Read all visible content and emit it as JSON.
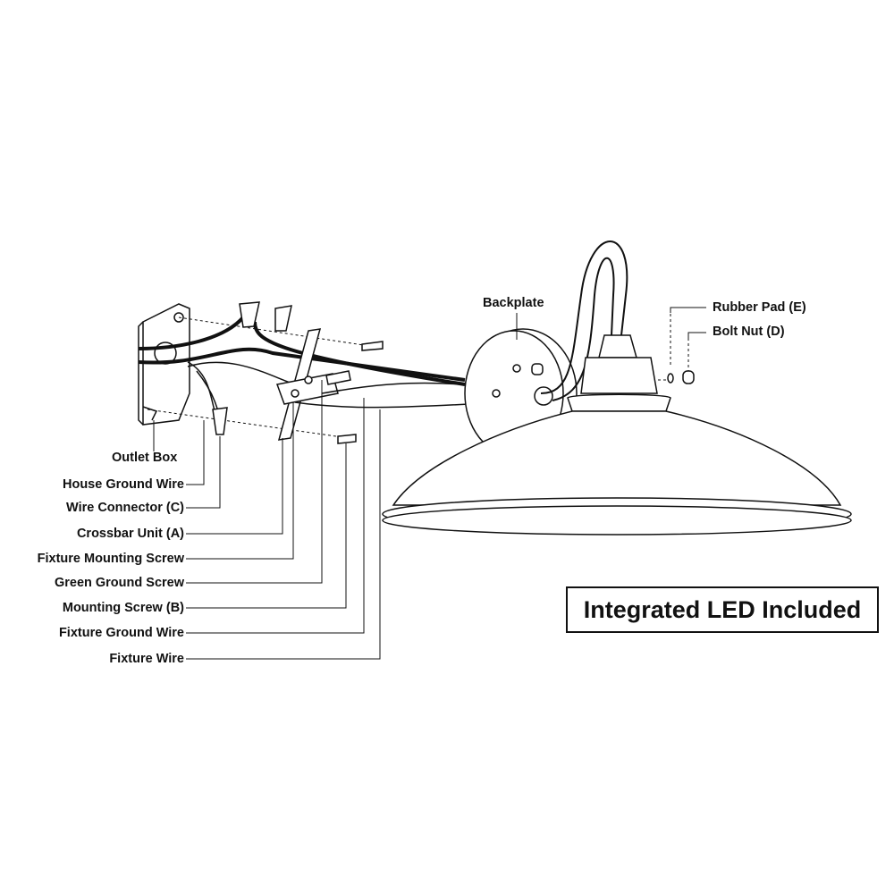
{
  "labels": {
    "backplate": "Backplate",
    "rubber_pad": "Rubber Pad (E)",
    "bolt_nut": "Bolt Nut (D)",
    "outlet_box": "Outlet Box",
    "house_ground_wire": "House Ground Wire",
    "wire_connector": "Wire Connector (C)",
    "crossbar_unit": "Crossbar Unit (A)",
    "fixture_mounting_screw": "Fixture Mounting Screw",
    "green_ground_screw": "Green Ground Screw",
    "mounting_screw": "Mounting Screw (B)",
    "fixture_ground_wire": "Fixture Ground Wire",
    "fixture_wire": "Fixture Wire"
  },
  "note": "Integrated LED Included"
}
